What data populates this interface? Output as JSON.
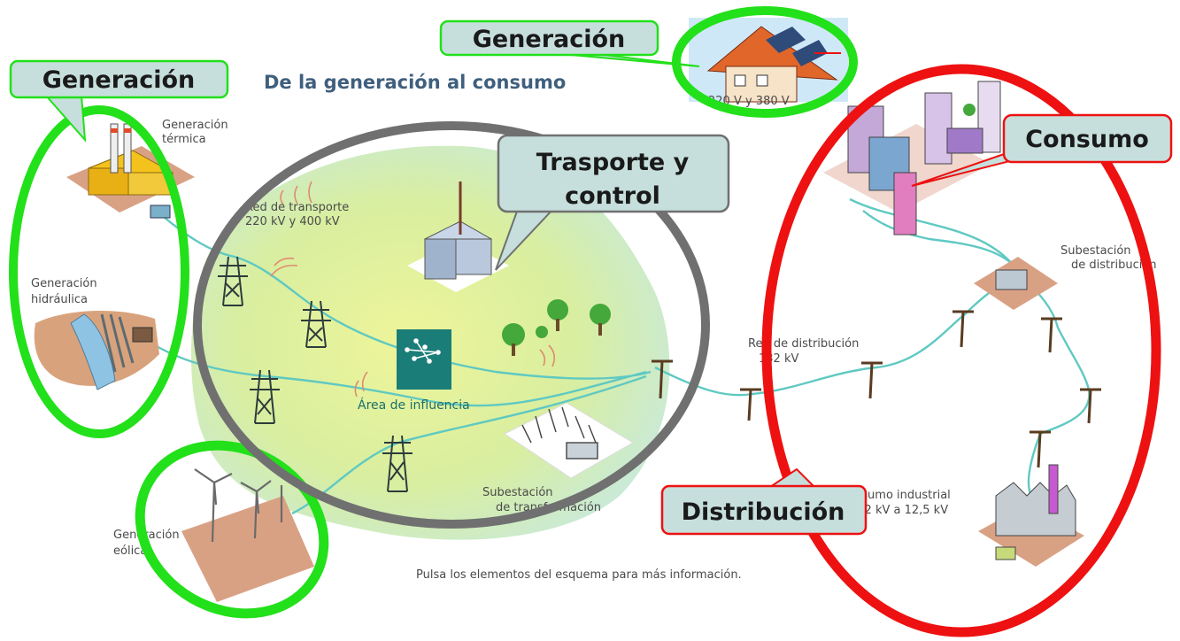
{
  "diagram": {
    "title": "De la generación al consumo",
    "instructions": "Pulsa los elementos del esquema para más información.",
    "labels": {
      "thermal_line1": "Generación",
      "thermal_line2": "térmica",
      "hydro_line1": "Generación",
      "hydro_line2": "hidráulica",
      "wind_line1": "Generación",
      "wind_line2": "eólica",
      "transport_line1": "Red de transporte",
      "transport_line2": "220 kV y 400 kV",
      "influence_area": "Área de influencia",
      "transformation_line1": "Subestación",
      "transformation_line2": "de transformación",
      "distribution_net_line1": "Red de distribución",
      "distribution_net_line2": "132 kV",
      "distribution_sub_line1": "Subestación",
      "distribution_sub_line2": "de distribución",
      "industrial_line1": "Consumo industrial",
      "industrial_line2": "132 kV a 12,5 kV"
    },
    "callouts": {
      "generation_left": "Generación",
      "generation_top": "Generación",
      "transport_line1": "Trasporte y",
      "transport_line2": "control",
      "consumption": "Consumo",
      "distribution": "Distribución"
    },
    "colors": {
      "green_ring": "#22e01a",
      "gray_ring": "#707070",
      "red_ring": "#ee1111",
      "callout_fill": "#c6dfdc",
      "power_line": "#5fc9c2",
      "influence_area": "#d8eea0",
      "ground_pad": "#d9a184"
    }
  }
}
